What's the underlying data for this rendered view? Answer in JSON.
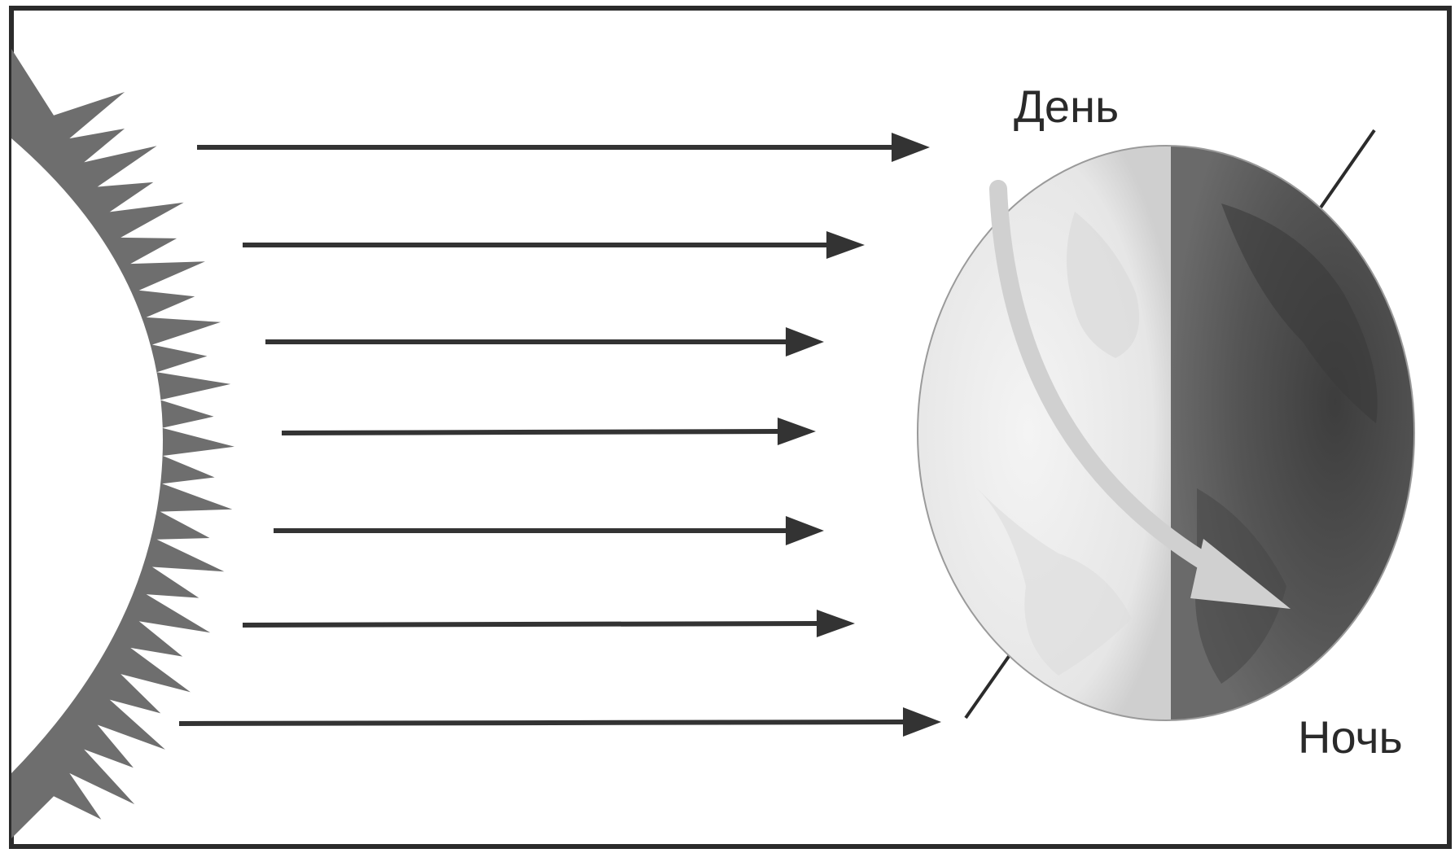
{
  "diagram": {
    "labels": {
      "day": "День",
      "night": "Ночь"
    },
    "colors": {
      "frame": "#2b2b2b",
      "sun_rays": "#6e6e6e",
      "light_arrows": "#333333",
      "earth_day_side": "#ededed",
      "earth_night_side": "#5f5f5f",
      "rotation_arrow": "#d0d0d0"
    },
    "elements": {
      "sun": "partial-sun-with-rays",
      "light_rays": 7,
      "earth": "globe-half-lit",
      "rotation_arrow": "curved-arrow-day-to-night",
      "axis": "tilted-axis-line"
    }
  }
}
